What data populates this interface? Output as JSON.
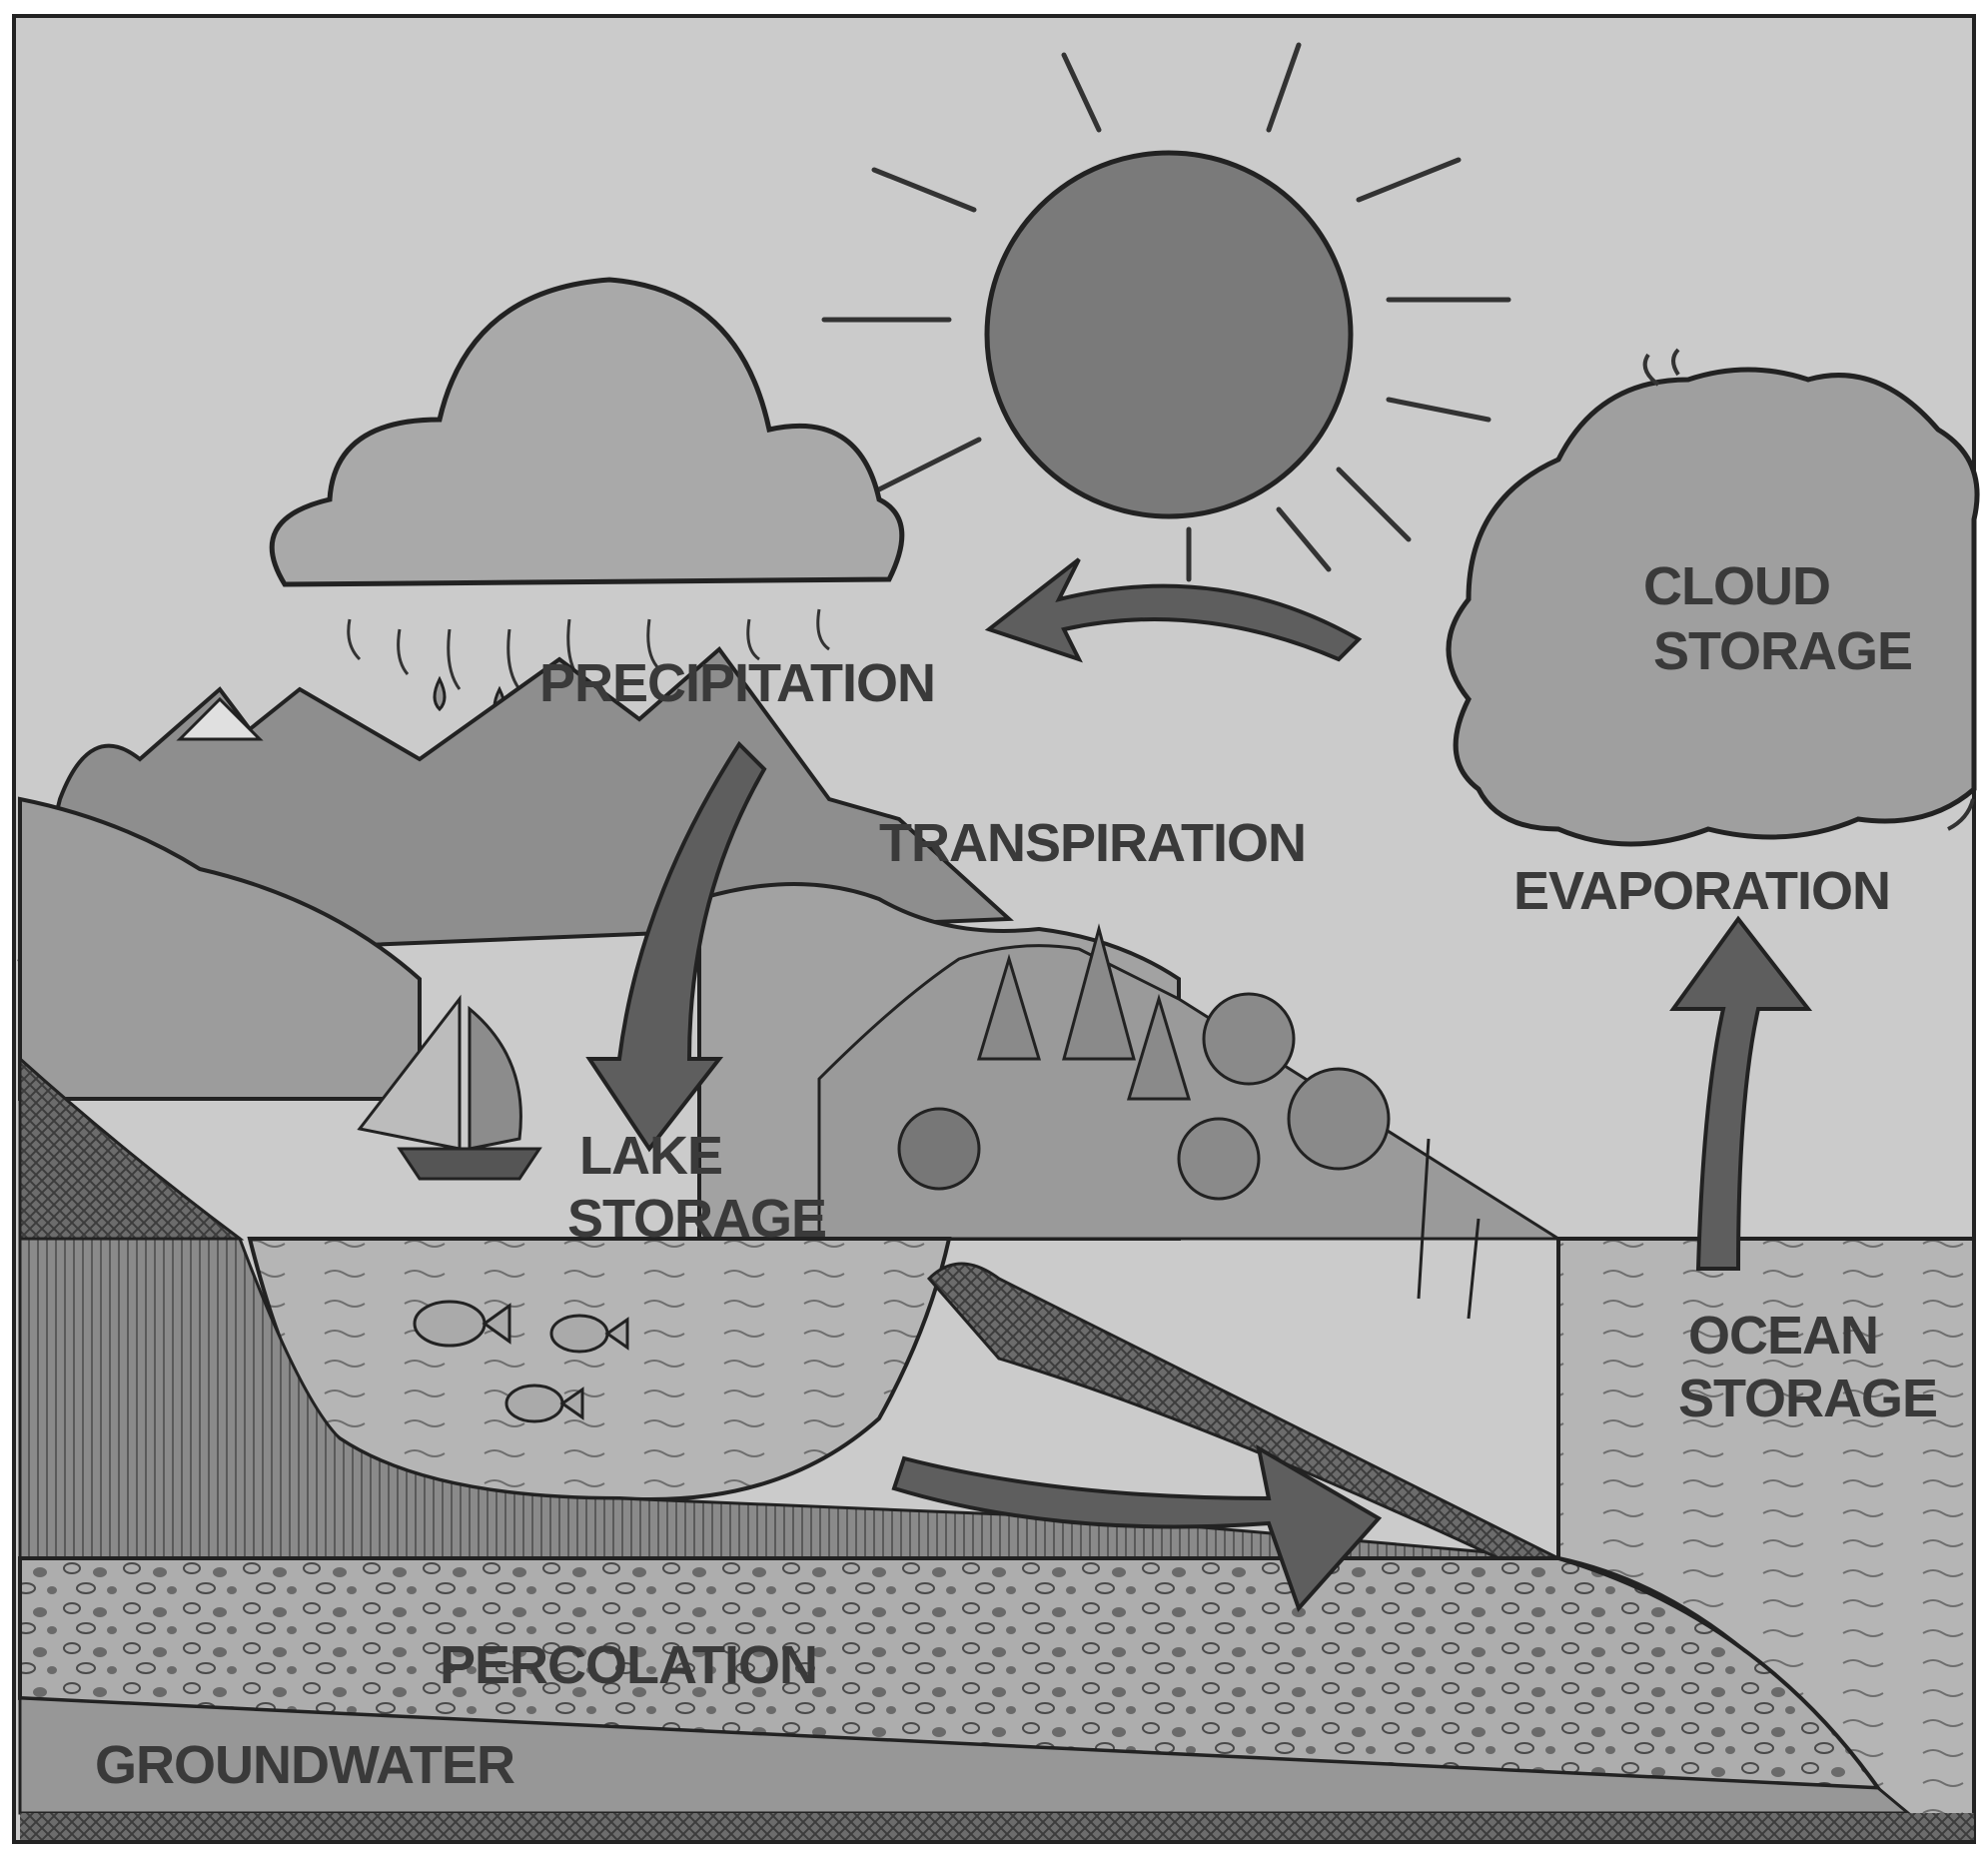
{
  "diagram": {
    "labels": {
      "precipitation": "PRECIPITATION",
      "transpiration": "TRANSPIRATION",
      "cloud_storage_line1": "CLOUD",
      "cloud_storage_line2": "STORAGE",
      "evaporation": "EVAPORATION",
      "lake_storage_line1": "LAKE",
      "lake_storage_line2": "STORAGE",
      "ocean_storage_line1": "OCEAN",
      "ocean_storage_line2": "STORAGE",
      "percolation": "PERCOLATION",
      "groundwater": "GROUNDWATER"
    },
    "colors": {
      "background": "#c9c9c9",
      "sky": "#cdcdcd",
      "sun": "#7a7a7a",
      "cloud": "#a9a9a9",
      "mountain": "#8e8e8e",
      "hill": "#9d9d9d",
      "water": "#b4b4b4",
      "earth": "#808080",
      "gravel": "#a6a6a6",
      "groundwater": "#979797",
      "arrow": "#5e5e5e",
      "ink": "#2c2c2c",
      "label": "#3a3a3a"
    }
  }
}
